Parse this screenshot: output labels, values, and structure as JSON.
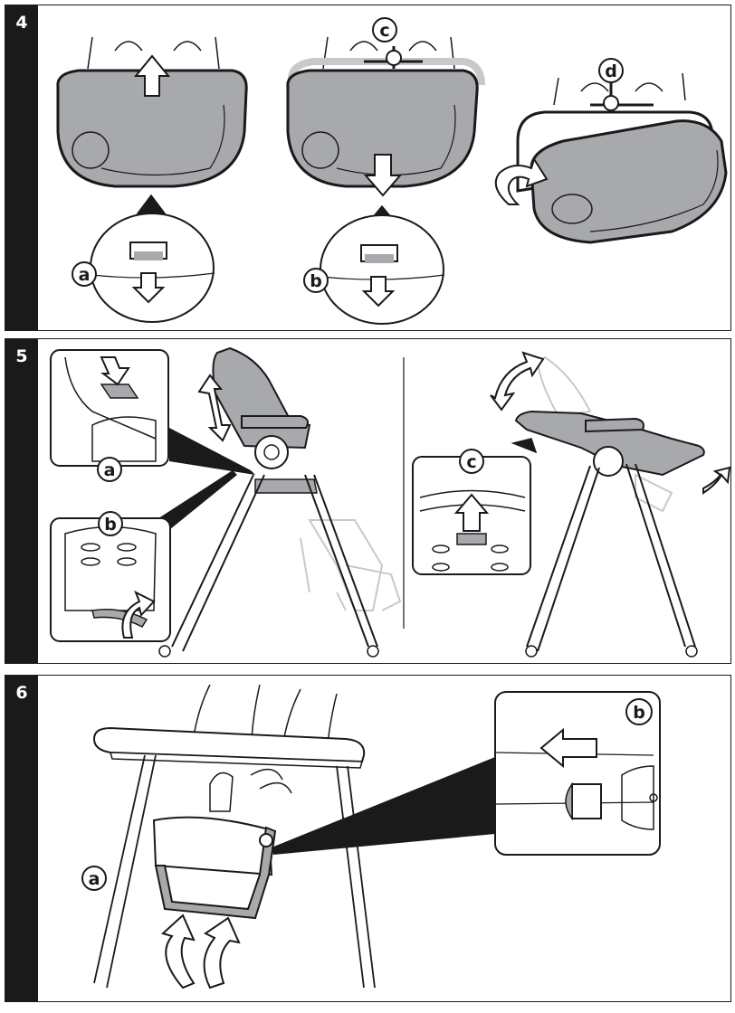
{
  "colors": {
    "ink": "#1a1a1a",
    "tray_fill": "#a8a9ad",
    "tray_fill_light": "#c6c7ca",
    "ghost": "#c9c9c9",
    "background": "#ffffff"
  },
  "steps": [
    {
      "number": "4",
      "callouts": [
        "a",
        "b",
        "c",
        "d"
      ],
      "icons": [
        "arrow-up-icon",
        "arrow-down-icon",
        "rotate-arrow-icon"
      ]
    },
    {
      "number": "5",
      "callouts": [
        "a",
        "b",
        "c"
      ],
      "icons": [
        "double-arrow-vertical-icon",
        "double-arrow-curved-icon",
        "rotate-arrow-icon",
        "arrow-up-icon"
      ]
    },
    {
      "number": "6",
      "callouts": [
        "a",
        "b"
      ],
      "icons": [
        "arrow-left-icon",
        "double-curved-arrow-up-icon"
      ]
    }
  ]
}
